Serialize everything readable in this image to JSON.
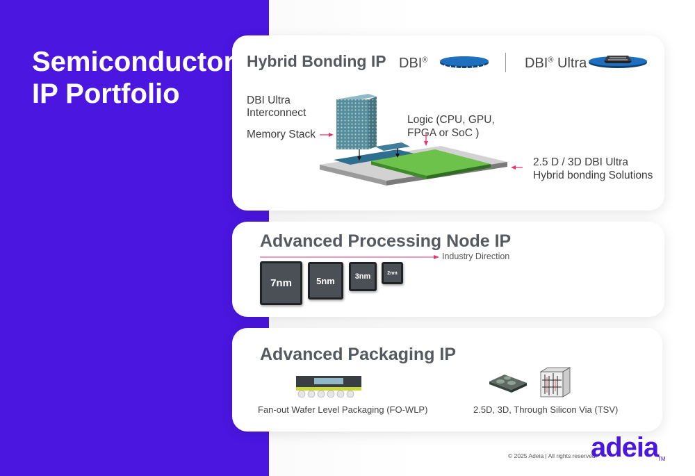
{
  "slide": {
    "title_line1": "Semiconductor",
    "title_line2": "IP Portfolio"
  },
  "hybrid": {
    "title": "Hybrid Bonding IP",
    "dbi_label": "DBI",
    "dbi_ultra_label": "DBI",
    "dbi_ultra_suffix": " Ultra",
    "registered_mark": "®",
    "interconnect_line1": "DBI Ultra",
    "interconnect_line2": "Interconnect",
    "memory_stack": "Memory Stack",
    "logic_line1": "Logic (CPU, GPU,",
    "logic_line2": "FPGA or SoC )",
    "solution_line1": "2.5 D / 3D DBI Ultra",
    "solution_line2": "Hybrid bonding Solutions"
  },
  "processing": {
    "title": "Advanced Processing Node IP",
    "direction": "Industry Direction",
    "nodes": [
      "7nm",
      "5nm",
      "3nm",
      "2nm"
    ]
  },
  "packaging": {
    "title": "Advanced Packaging IP",
    "fowlp": "Fan-out Wafer Level Packaging (FO-WLP)",
    "tsv": "2.5D, 3D, Through Silicon Via (TSV)"
  },
  "footer": {
    "copyright": "© 2025 Adeia | All rights reserved.",
    "logo": "adeia",
    "trademark": "TM"
  },
  "colors": {
    "brand_purple": "#4a16e0",
    "accent_pink": "#e8356d",
    "chip_green": "#5cb83c",
    "wafer_blue": "#1e6fc0"
  }
}
